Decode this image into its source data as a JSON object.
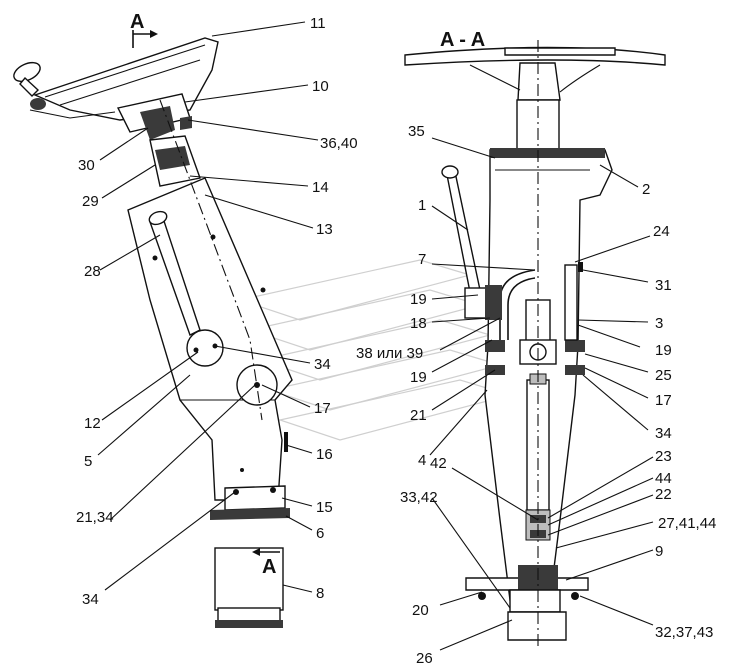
{
  "section_marker": "A",
  "section_title": "A - A",
  "left_view": {
    "labels": [
      "11",
      "10",
      "36,40",
      "30",
      "29",
      "14",
      "13",
      "28",
      "34",
      "12",
      "17",
      "5",
      "16",
      "21,34",
      "15",
      "6",
      "34",
      "8"
    ]
  },
  "right_view": {
    "labels": [
      "35",
      "2",
      "1",
      "24",
      "7",
      "31",
      "19",
      "18",
      "38 или 39",
      "3",
      "19",
      "19",
      "25",
      "21",
      "17",
      "34",
      "4",
      "23",
      "42",
      "44",
      "22",
      "33,42",
      "27,41,44",
      "9",
      "20",
      "32,37,43",
      "26"
    ]
  }
}
